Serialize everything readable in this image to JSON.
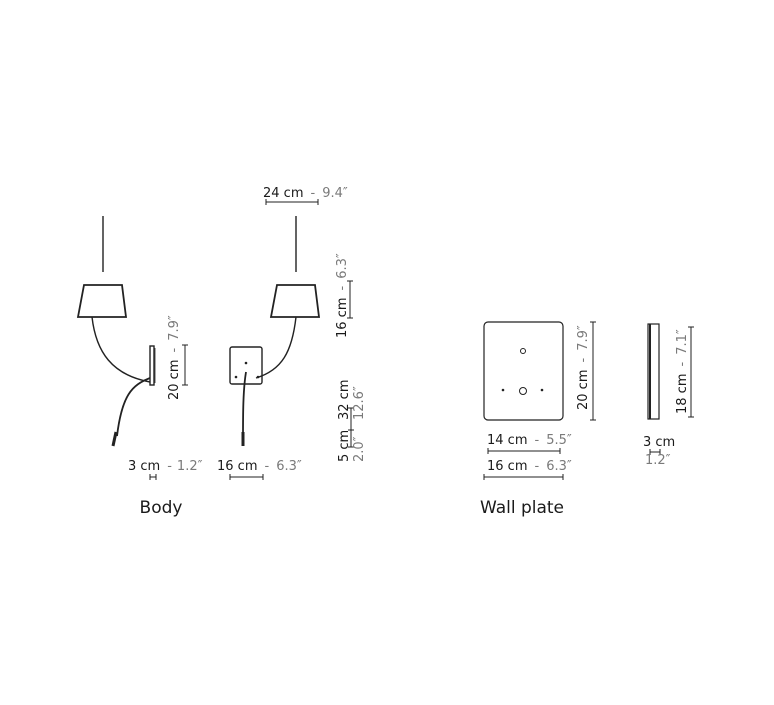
{
  "colors": {
    "line": "#222222",
    "text": "#1a1a1a",
    "inches": "#7a7a7a",
    "background": "#ffffff"
  },
  "captions": {
    "body": "Body",
    "wall_plate": "Wall plate"
  },
  "dimensions": {
    "shade_width": {
      "cm": "24 cm",
      "sep": "-",
      "in": "9.4″"
    },
    "shade_height": {
      "cm": "16 cm",
      "sep": "-",
      "in": "6.3″"
    },
    "arm_height": {
      "cm": "20 cm",
      "sep": "-",
      "in": "7.9″"
    },
    "arm_depth": {
      "cm": "3 cm",
      "sep": "-",
      "in": "1.2″"
    },
    "body_width": {
      "cm": "16 cm",
      "sep": "-",
      "in": "6.3″"
    },
    "reach": {
      "cm": "32 cm",
      "in": "12.6″"
    },
    "base_offset": {
      "cm": "5 cm",
      "in": "2.0″"
    },
    "plate_height": {
      "cm": "20 cm",
      "sep": "-",
      "in": "7.9″"
    },
    "plate_hole_span": {
      "cm": "14 cm",
      "sep": "-",
      "in": "5.5″"
    },
    "plate_width": {
      "cm": "16 cm",
      "sep": "-",
      "in": "6.3″"
    },
    "plate_side_height": {
      "cm": "18 cm",
      "sep": "-",
      "in": "7.1″"
    },
    "plate_depth": {
      "cm": "3 cm",
      "in": "1.2″"
    }
  }
}
